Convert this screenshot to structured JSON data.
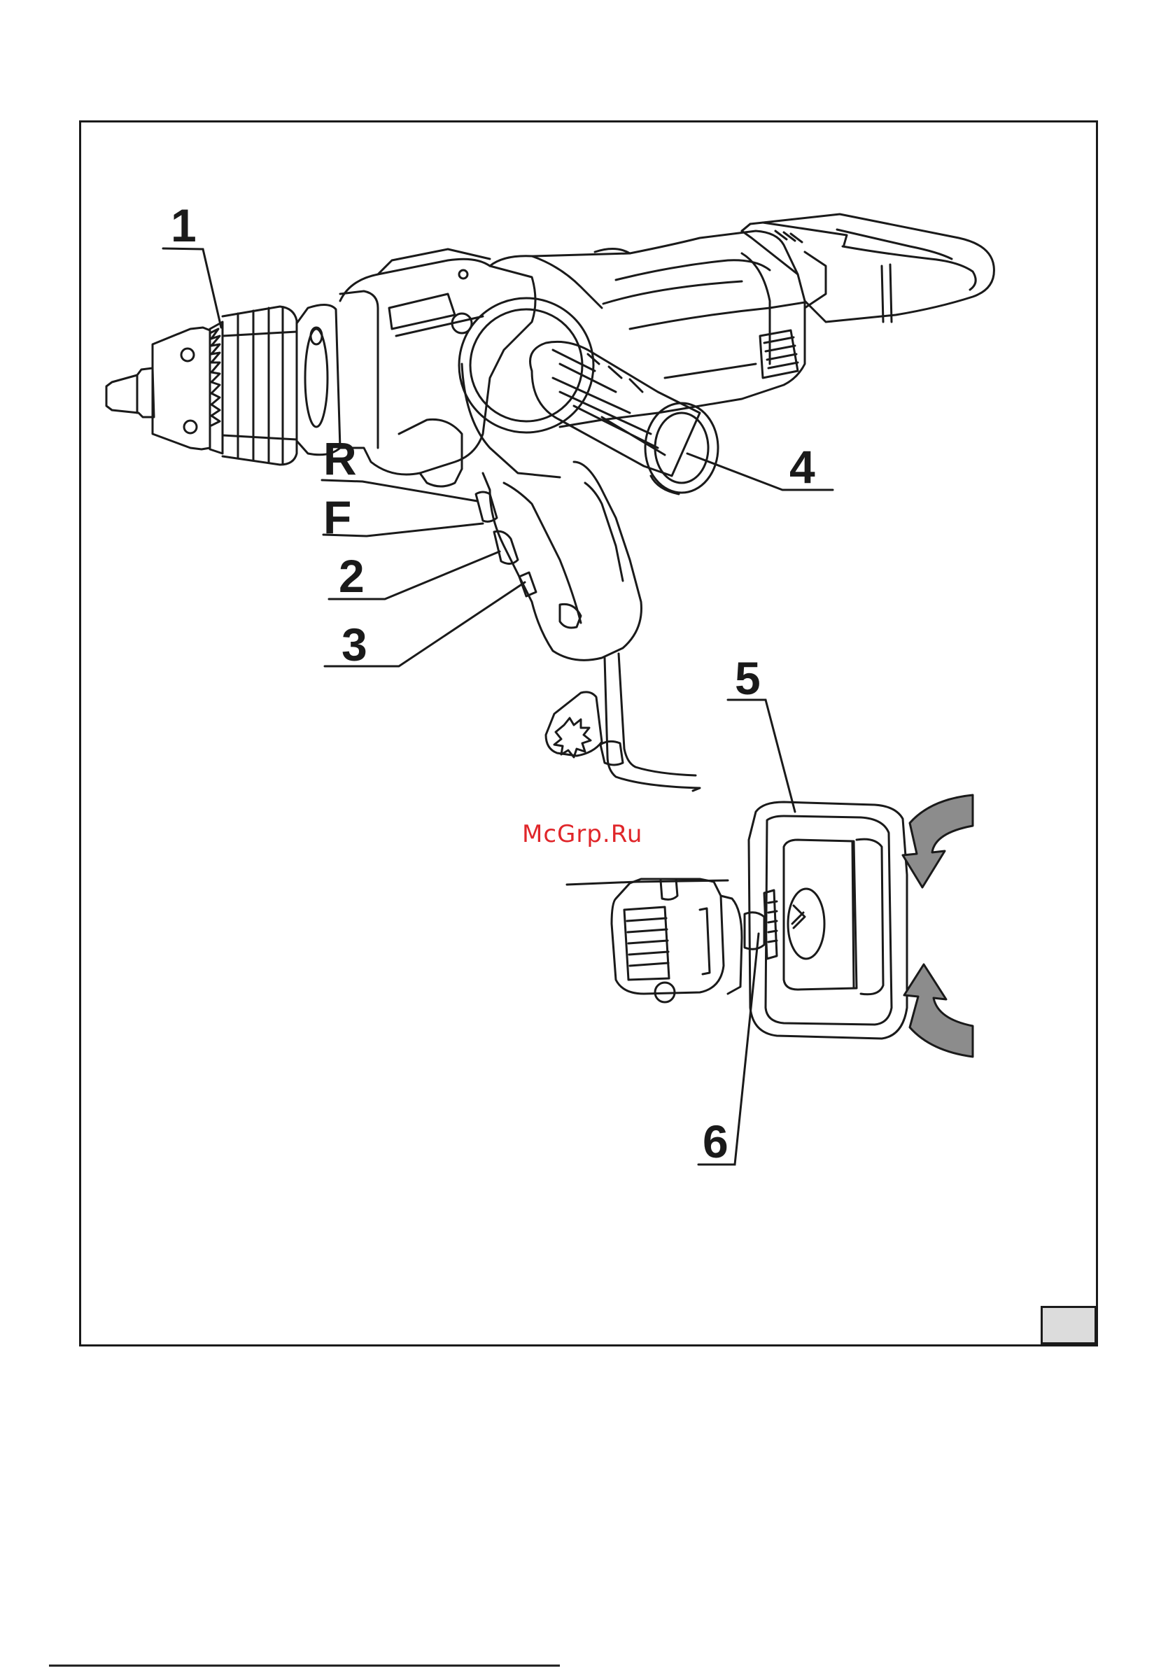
{
  "watermark": "McGrp.Ru",
  "callouts": {
    "c1": "1",
    "cR": "R",
    "cF": "F",
    "c2": "2",
    "c3": "3",
    "c4": "4",
    "c5": "5",
    "c6": "6"
  },
  "page_number": "",
  "colors": {
    "line": "#1a1a1a",
    "arrow_fill": "#8c8c8c",
    "watermark": "#e0262a",
    "page_box": "#dcdcdc"
  }
}
